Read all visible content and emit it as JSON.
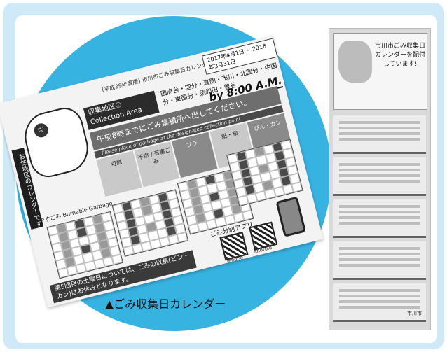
{
  "caption": "▲ごみ収集日カレンダー",
  "calendar": {
    "side_label": "お住地区のカレンダーです",
    "map_marker": "①",
    "top_title": "(平成29年度版) 市川市ごみ収集日カレンダー",
    "period": "2017年4月1日 ~ 2018年3月31日",
    "area_jp": "収集地区①",
    "area_en": "Collection Area",
    "areas_text": "国府台・国分・真間・市川・北国分・中国分・東国分・須和田・曽谷",
    "by_time": "by 8:00 A.M.",
    "time_band": "午前8時までにごみ集積所へ出してください。",
    "en_band": "Please place of garbage at the designated collection point",
    "categories": [
      "可燃",
      "不燃 / 有害ごみ",
      "プラ",
      "紙・布",
      "びん・カン"
    ],
    "burnable": "燃やすごみ Burnable Garbage",
    "app_label": "ごみ分別アプリ",
    "qr_iphone": "iPhone",
    "qr_android": "Android",
    "note": "第5回目の土曜日については、ごみの収集(ビン・カン)はお休みとなります。"
  },
  "photo": {
    "sign_text": "市川市ごみ収集日カレンダーを配付しています!",
    "bin_label": "市川市"
  }
}
